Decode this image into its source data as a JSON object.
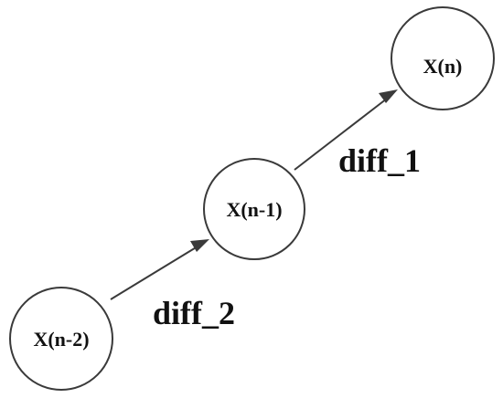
{
  "nodes": [
    {
      "id": "xn2",
      "label": "X(n-2)"
    },
    {
      "id": "xn1",
      "label": "X(n-1)"
    },
    {
      "id": "xn",
      "label": "X(n)"
    }
  ],
  "edges": [
    {
      "from": "xn2",
      "to": "xn1",
      "label": "diff_2"
    },
    {
      "from": "xn1",
      "to": "xn",
      "label": "diff_1"
    }
  ],
  "colors": {
    "stroke": "#3a3a3a",
    "text": "#111111",
    "background": "#ffffff"
  }
}
